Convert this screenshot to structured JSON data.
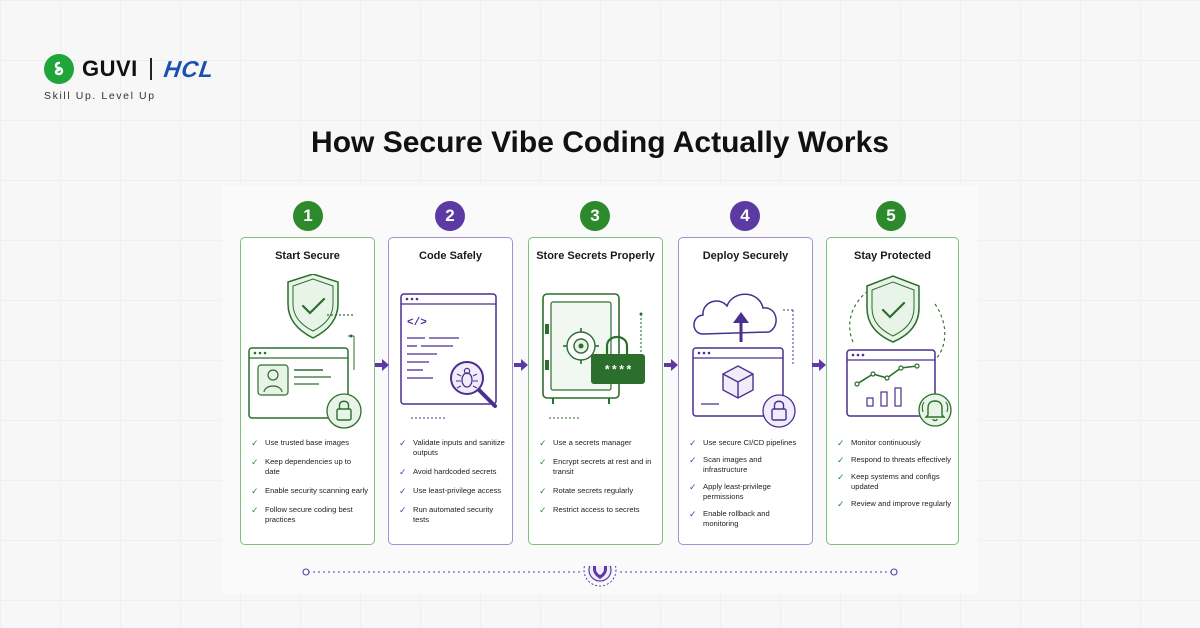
{
  "brand": {
    "guvi": "GUVI",
    "hcl": "HCL",
    "tagline": "Skill Up. Level Up"
  },
  "title": "How Secure Vibe Coding Actually Works",
  "colors": {
    "green": "#2c8a2c",
    "purple": "#5b3aa3"
  },
  "steps": [
    {
      "number": "1",
      "title": "Start Secure",
      "icon": "shield-browser-profile-lock-icon",
      "bullets": [
        "Use trusted base images",
        "Keep dependencies up to date",
        "Enable security scanning early",
        "Follow secure coding best practices"
      ]
    },
    {
      "number": "2",
      "title": "Code Safely",
      "icon": "code-window-bug-magnifier-icon",
      "bullets": [
        "Validate inputs and sanitize outputs",
        "Avoid hardcoded secrets",
        "Use least-privilege access",
        "Run automated security tests"
      ]
    },
    {
      "number": "3",
      "title": "Store Secrets Properly",
      "icon": "vault-padlock-password-icon",
      "bullets": [
        "Use a secrets manager",
        "Encrypt secrets at rest and in transit",
        "Rotate secrets regularly",
        "Restrict access to secrets"
      ]
    },
    {
      "number": "4",
      "title": "Deploy Securely",
      "icon": "cloud-upload-container-lock-icon",
      "bullets": [
        "Use secure CI/CD pipelines",
        "Scan images and infrastructure",
        "Apply least-privilege permissions",
        "Enable rollback and monitoring"
      ]
    },
    {
      "number": "5",
      "title": "Stay Protected",
      "icon": "shield-dashboard-bell-icon",
      "bullets": [
        "Monitor continuously",
        "Respond to threats effectively",
        "Keep systems and configs updated",
        "Review and improve regularly"
      ]
    }
  ]
}
